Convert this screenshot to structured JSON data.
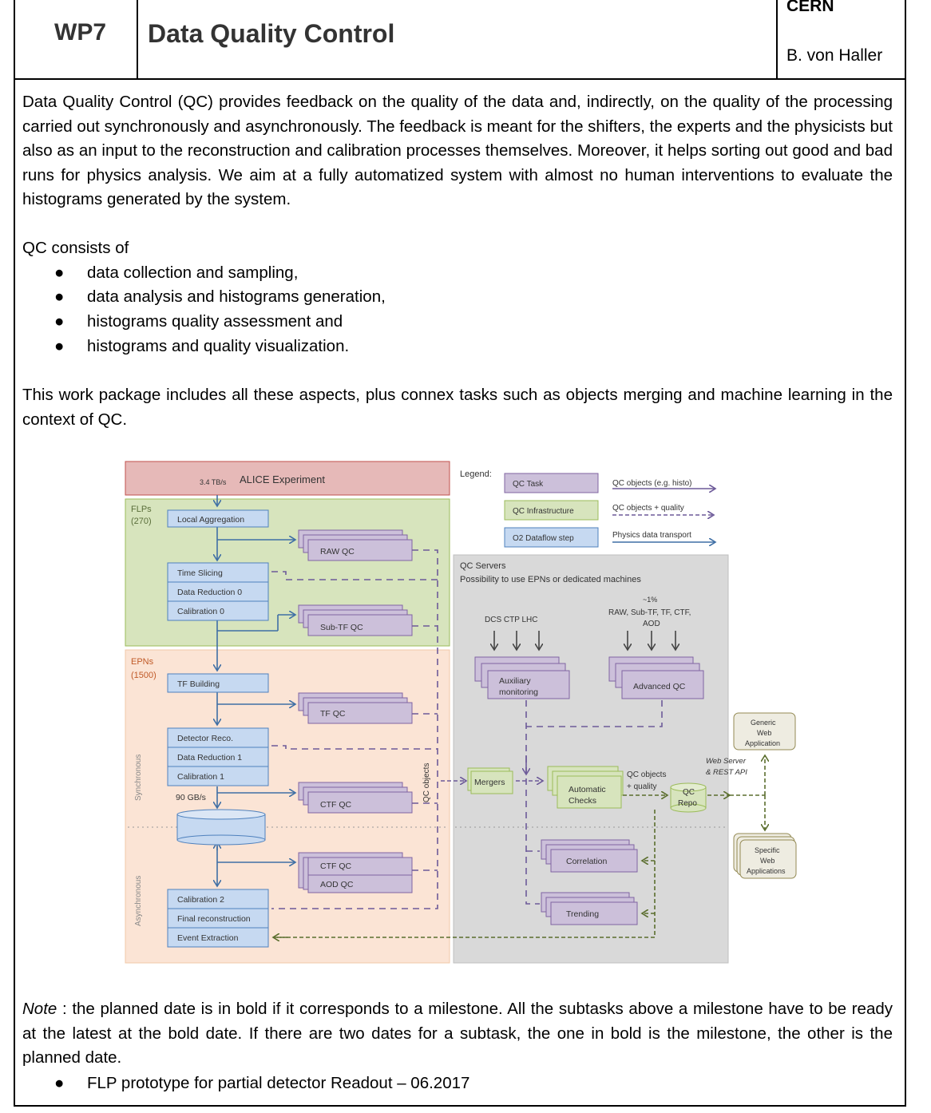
{
  "header": {
    "wp": "WP7",
    "title": "Data Quality Control",
    "org": "CERN",
    "author": "B. von Haller"
  },
  "intro": "Data Quality Control (QC) provides feedback on the quality of the data and, indirectly, on the quality of the processing carried out synchronously and asynchronously. The feedback is meant for the shifters, the experts and the physicists but also as an input to the reconstruction and calibration processes themselves. Moreover, it helps sorting out good and bad runs for physics analysis. We aim at a fully automatized system with almost no human interventions to evaluate the histograms generated by the system.",
  "qc_lead": "QC consists of",
  "qc_items": [
    "data collection and sampling,",
    "data analysis and histograms generation,",
    "histograms quality assessment and",
    "histograms and quality visualization."
  ],
  "scope": "This work package includes all these aspects, plus connex tasks such as objects merging and machine learning in the context of QC.",
  "diagram": {
    "alice": "ALICE Experiment",
    "rate": "3.4 TB/s",
    "flps": "FLPs",
    "flps_n": "(270)",
    "epns": "EPNs",
    "epns_n": "(1500)",
    "local_agg": "Local Aggregation",
    "time_slicing": "Time Slicing",
    "data_red0": "Data Reduction 0",
    "calib0": "Calibration 0",
    "tf_building": "TF Building",
    "det_reco": "Detector Reco.",
    "data_red1": "Data Reduction 1",
    "calib1": "Calibration 1",
    "rate2": "90 GB/s",
    "calib2": "Calibration 2",
    "final_reco": "Final reconstruction",
    "event_ext": "Event Extraction",
    "raw_qc": "RAW QC",
    "subtf_qc": "Sub-TF QC",
    "tf_qc": "TF QC",
    "ctf_qc": "CTF QC",
    "ctf_qc2": "CTF QC",
    "aod_qc": "AOD QC",
    "sync": "Synchronous",
    "async": "Asynchronous",
    "qc_objects_v": "QC objects",
    "legend": "Legend:",
    "leg_task": "QC Task",
    "leg_infra": "QC Infrastructure",
    "leg_o2": "O2 Dataflow step",
    "leg_obj": "QC objects (e.g. histo)",
    "leg_objq": "QC objects + quality",
    "leg_phys": "Physics data transport",
    "servers": "QC Servers",
    "servers_sub": "Possibility to use EPNs or dedicated machines",
    "dcs": "DCS  CTP  LHC",
    "pct": "~1%",
    "raw_list": "RAW, Sub-TF, TF, CTF,",
    "aod": "AOD",
    "aux1": "Auxiliary",
    "aux2": "monitoring",
    "adv": "Advanced QC",
    "mergers": "Mergers",
    "auto1": "Automatic",
    "auto2": "Checks",
    "qcobj1": "QC objects",
    "qcobj2": "+ quality",
    "repo1": "QC",
    "repo2": "Repo",
    "corr": "Correlation",
    "trend": "Trending",
    "web1": "Web Server",
    "web2": "& REST API",
    "gen1": "Generic",
    "gen2": "Web",
    "gen3": "Application",
    "spec1": "Specific",
    "spec2": "Web",
    "spec3": "Applications"
  },
  "note_label": "Note",
  "note_text": " : the planned date is in bold if it corresponds to a milestone. All the subtasks above a milestone have to be ready at the latest at the bold date. If there are two dates for a subtask, the one in bold is the milestone, the other is the planned date.",
  "milestones": [
    "FLP prototype for partial detector Readout – 06.2017"
  ]
}
